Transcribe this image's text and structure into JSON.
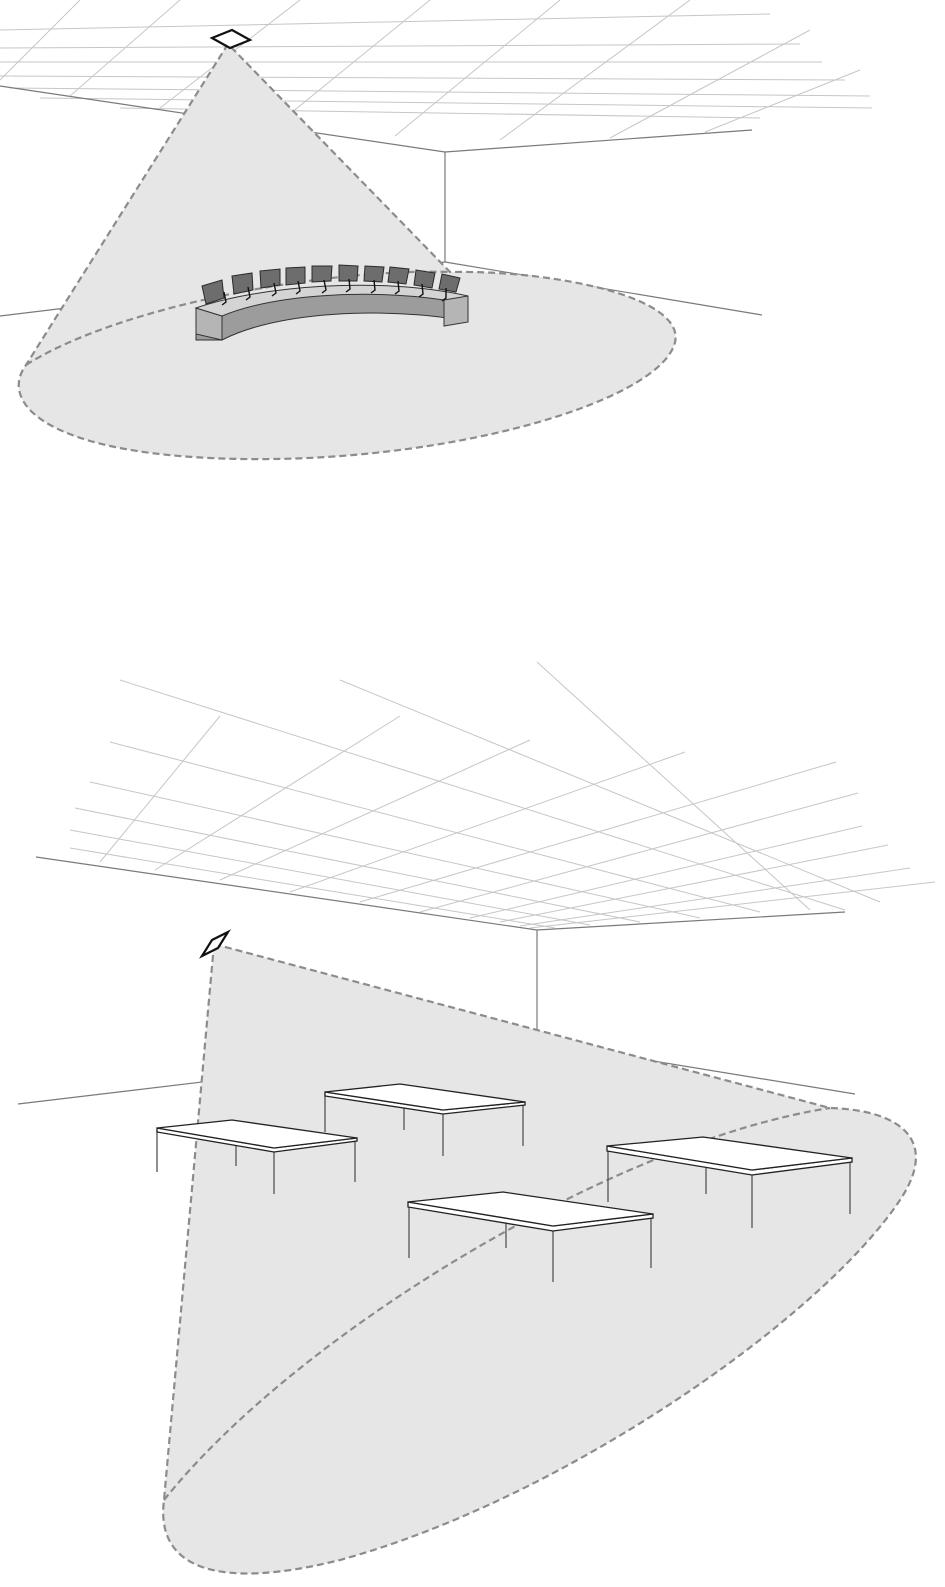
{
  "scenes": [
    {
      "id": "conference-desk-scene",
      "mic_icon": "ceiling-microphone-icon",
      "furniture": "curved-conference-desk",
      "chair_count": 10
    },
    {
      "id": "classroom-tables-scene",
      "mic_icon": "ceiling-microphone-icon",
      "furniture": "rectangular-tables",
      "table_count": 4
    }
  ],
  "colors": {
    "coverage_fill": "#e6e6e6",
    "coverage_outline": "#8c8c8c",
    "grid": "#c6c6c6",
    "furniture_dark": "#6d6d6d"
  }
}
